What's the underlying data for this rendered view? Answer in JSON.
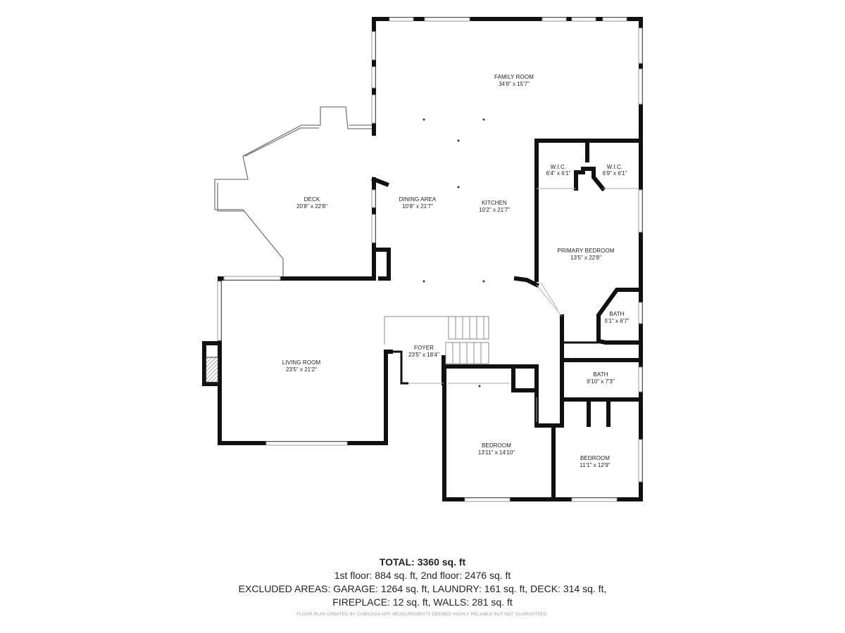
{
  "rooms": [
    {
      "id": "family-room",
      "name": "FAMILY ROOM",
      "dims": "34'8\" x 15'7\""
    },
    {
      "id": "deck",
      "name": "DECK",
      "dims": "20'8\" x 22'8\""
    },
    {
      "id": "dining-area",
      "name": "DINING AREA",
      "dims": "10'8\" x 21'7\""
    },
    {
      "id": "kitchen",
      "name": "KITCHEN",
      "dims": "10'2\" x 21'7\""
    },
    {
      "id": "wic-1",
      "name": "W.I.C.",
      "dims": "6'4\" x 6'1\""
    },
    {
      "id": "wic-2",
      "name": "W.I.C.",
      "dims": "6'9\" x 6'1\""
    },
    {
      "id": "primary-bedroom",
      "name": "PRIMARY BEDROOM",
      "dims": "13'5\" x 22'8\""
    },
    {
      "id": "bath-primary",
      "name": "BATH",
      "dims": "5'1\" x 6'7\""
    },
    {
      "id": "living-room",
      "name": "LIVING ROOM",
      "dims": "23'5\" x 21'2\""
    },
    {
      "id": "foyer",
      "name": "FOYER",
      "dims": "23'5\" x 18'4\""
    },
    {
      "id": "bath-hall",
      "name": "BATH",
      "dims": "9'10\" x 7'3\""
    },
    {
      "id": "bedroom-1",
      "name": "BEDROOM",
      "dims": "13'11\" x 14'10\""
    },
    {
      "id": "bedroom-2",
      "name": "BEDROOM",
      "dims": "11'1\" x 12'9\""
    }
  ],
  "summary": {
    "total": "TOTAL: 3360 sq. ft",
    "floors": "1st floor: 884 sq. ft, 2nd floor: 2476 sq. ft",
    "excluded_1": "EXCLUDED AREAS: GARAGE: 1264 sq. ft, LAUNDRY: 161 sq. ft, DECK: 314 sq. ft,",
    "excluded_2": "FIREPLACE: 12 sq. ft, WALLS: 281 sq. ft"
  },
  "footer_note": "FLOOR PLAN CREATED BY CUBICASA APP. MEASUREMENTS DEEMED HIGHLY RELIABLE BUT NOT GUARANTEED.",
  "colors": {
    "wall": "#111111",
    "window": "#999999",
    "deck_outline": "#777777"
  }
}
